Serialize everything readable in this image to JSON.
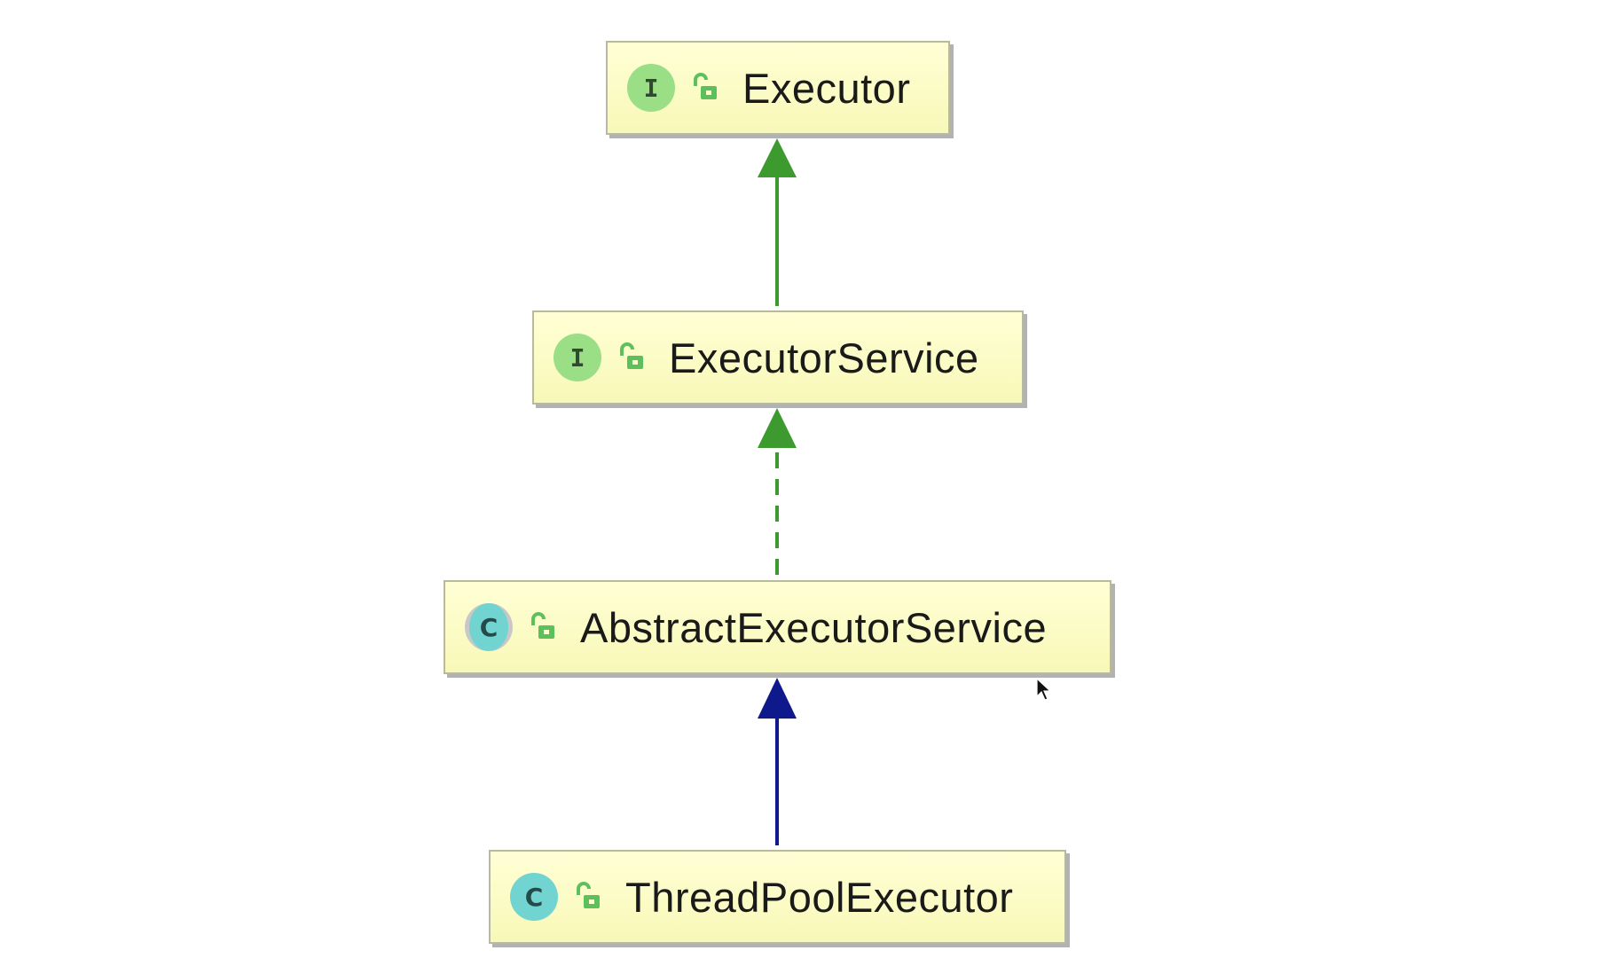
{
  "nodes": [
    {
      "id": "executor",
      "kind": "I",
      "kind_type": "interface",
      "visibility_icon": "public-unlock-icon",
      "label": "Executor"
    },
    {
      "id": "executor-service",
      "kind": "I",
      "kind_type": "interface",
      "visibility_icon": "public-unlock-icon",
      "label": "ExecutorService"
    },
    {
      "id": "abstract-executor-service",
      "kind": "C",
      "kind_type": "abstract-class",
      "visibility_icon": "public-unlock-icon",
      "label": "AbstractExecutorService"
    },
    {
      "id": "thread-pool-executor",
      "kind": "C",
      "kind_type": "class",
      "visibility_icon": "public-unlock-icon",
      "label": "ThreadPoolExecutor"
    }
  ],
  "edges": [
    {
      "from": "executor-service",
      "to": "executor",
      "style": "solid",
      "color": "#3c9a2e",
      "relation": "interface-extends"
    },
    {
      "from": "abstract-executor-service",
      "to": "executor-service",
      "style": "dashed",
      "color": "#3c9a2e",
      "relation": "implements"
    },
    {
      "from": "thread-pool-executor",
      "to": "abstract-executor-service",
      "style": "solid",
      "color": "#0e1a8c",
      "relation": "extends"
    }
  ],
  "colors": {
    "node_fill": "#ffffc8",
    "interface_badge": "#9ade86",
    "class_badge": "#71d4d0",
    "visibility_icon": "#5cc05c",
    "generalization_green": "#3c9a2e",
    "extends_blue": "#0e1a8c"
  }
}
